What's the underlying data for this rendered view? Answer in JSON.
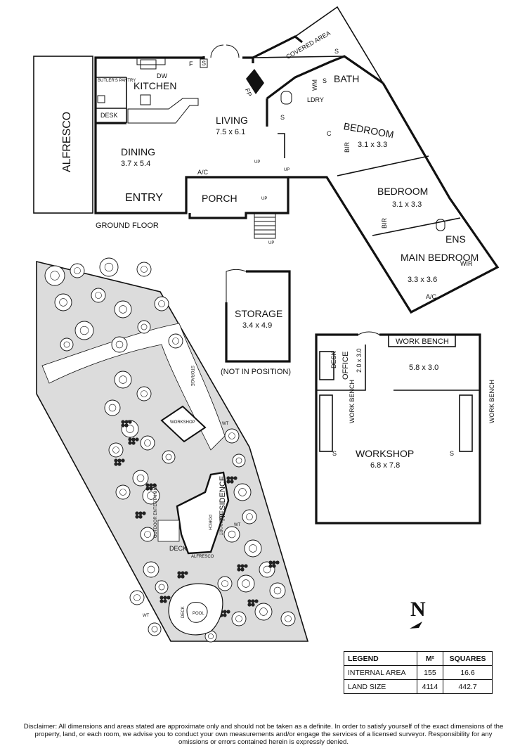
{
  "ground_floor": {
    "caption": "GROUND FLOOR",
    "rooms": {
      "alfresco": "ALFRESCO",
      "butlers_pantry": "BUTLER'S PANTRY",
      "kitchen": "KITCHEN",
      "desk": "DESK",
      "dw": "DW",
      "f": "F",
      "s": "S",
      "dining": "DINING",
      "dining_dim": "3.7 x 5.4",
      "living": "LIVING",
      "living_dim": "7.5 x 6.1",
      "fp": "FP",
      "entry": "ENTRY",
      "ac": "A/C",
      "porch": "PORCH",
      "up": "UP",
      "covered_area": "COVERED AREA",
      "bath": "BATH",
      "wm": "WM",
      "ldry": "LDRY",
      "c": "C",
      "bir": "BIR",
      "bedroom": "BEDROOM",
      "bedroom1_dim": "3.1 x 3.3",
      "bedroom2_dim": "3.1 x 3.3",
      "ens": "ENS",
      "main_bedroom": "MAIN BEDROOM",
      "main_bedroom_dim": "3.3 x 3.6",
      "wir": "WIR"
    }
  },
  "storage": {
    "label": "STORAGE",
    "dim": "3.4 x 4.9",
    "note": "(NOT IN POSITION)"
  },
  "workshop_plan": {
    "work_bench": "WORK BENCH",
    "desk": "DESK",
    "office": "OFFICE",
    "office_dim": "2.0 x 3.0",
    "room_dim": "5.8 x 3.0",
    "workshop": "WORKSHOP",
    "workshop_dim": "6.8 x 7.8",
    "s": "S"
  },
  "site": {
    "workshop": "WORKSHOP",
    "residence": "RESIDENCE",
    "deck": "DECK",
    "alfresco": "ALFRESCO",
    "pool": "POOL",
    "wt": "WT",
    "carport": "CARPORT",
    "porch": "PORCH",
    "outdoor_entertaining": "OUTDOOR ENTERTAINING",
    "storage": "STORAGE"
  },
  "compass": {
    "letter": "N"
  },
  "legend": {
    "headers": [
      "LEGEND",
      "M²",
      "SQUARES"
    ],
    "rows": [
      [
        "INTERNAL AREA",
        "155",
        "16.6"
      ],
      [
        "LAND SIZE",
        "4114",
        "442.7"
      ]
    ]
  },
  "disclaimer": "Disclaimer: All dimensions and areas stated are approximate only and should not be taken as a definite. In order to satisfy yourself of the exact dimensions of the property, land, or each room, we advise you to conduct your own measurements and/or engage the services of a licensed surveyor. Responsibility for any omissions or errors contained herein is expressly denied."
}
